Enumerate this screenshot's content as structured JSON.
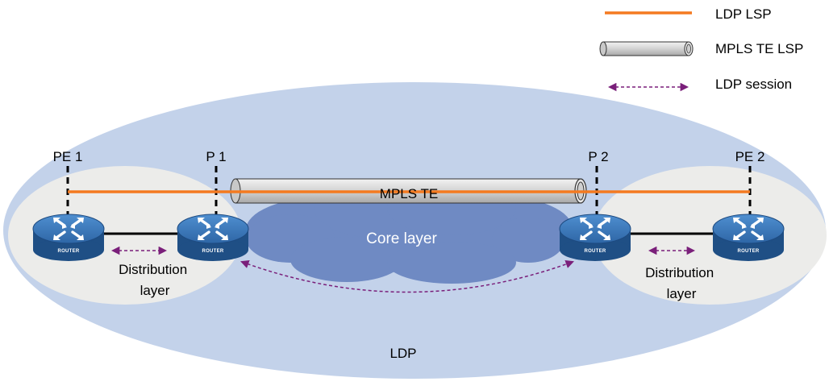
{
  "legend": {
    "items": [
      {
        "id": "ldp-lsp",
        "label": "LDP LSP"
      },
      {
        "id": "mpls-te-lsp",
        "label": "MPLS TE LSP"
      },
      {
        "id": "ldp-session",
        "label": "LDP session"
      }
    ]
  },
  "regions": {
    "outer_label": "LDP",
    "core_label": "Core layer",
    "left_distribution": [
      "Distribution",
      "layer"
    ],
    "right_distribution": [
      "Distribution",
      "layer"
    ]
  },
  "tunnel_label": "MPLS TE",
  "routers": [
    {
      "id": "pe1",
      "label": "PE 1",
      "badge": "ROUTER"
    },
    {
      "id": "p1",
      "label": "P 1",
      "badge": "ROUTER"
    },
    {
      "id": "p2",
      "label": "P 2",
      "badge": "ROUTER"
    },
    {
      "id": "pe2",
      "label": "PE 2",
      "badge": "ROUTER"
    }
  ],
  "colors": {
    "ldp_lsp": "#f47a20",
    "ldp_session": "#7a1f7a",
    "outer_region": "#c3d2ea",
    "distribution_region": "#ececea",
    "core_cloud": "#6f8ac3",
    "router_body": "#2a5d96",
    "router_top": "#3d7cbf",
    "tunnel_fill": "#d9d9d9"
  }
}
